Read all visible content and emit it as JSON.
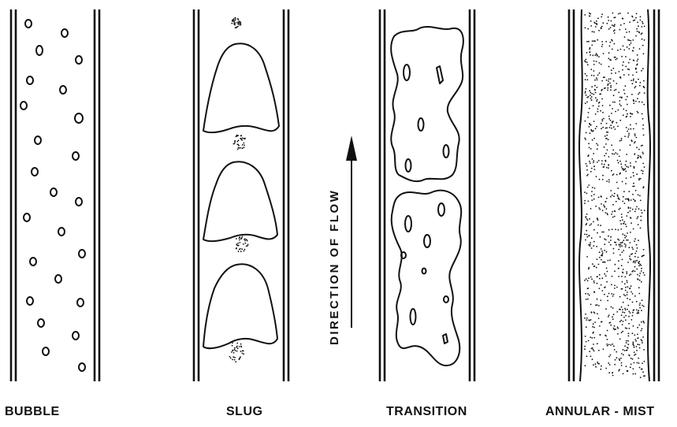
{
  "diagram": {
    "labels": {
      "bubble": "BUBBLE",
      "slug": "SLUG",
      "transition": "TRANSITION",
      "annular": "ANNULAR - MIST"
    },
    "flow_arrow_text": "DIRECTION OF FLOW",
    "colors": {
      "ink": "#111111",
      "background": "#ffffff"
    }
  }
}
